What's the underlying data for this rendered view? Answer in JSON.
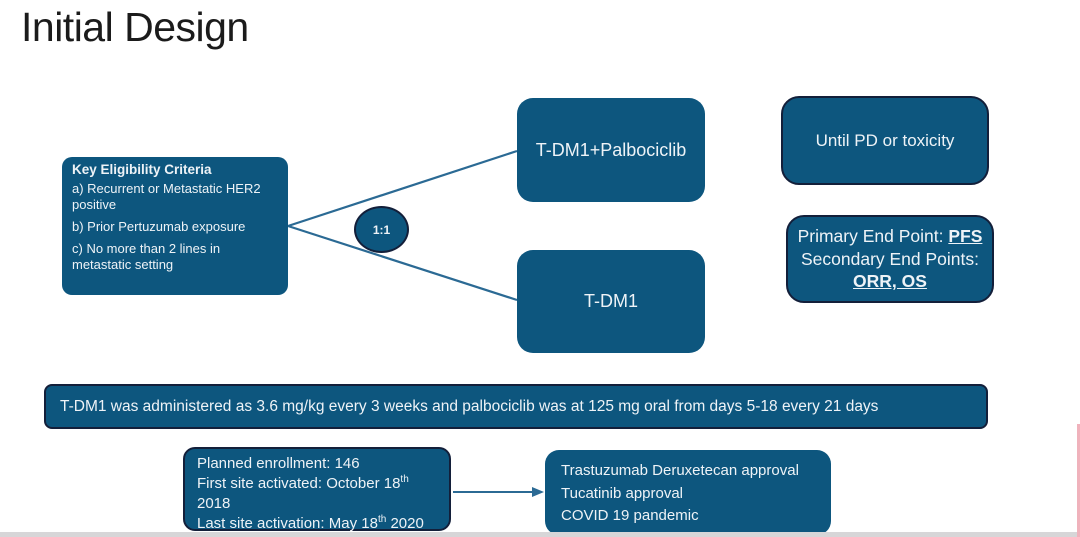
{
  "theme": {
    "background": "#ffffff",
    "box-fill": "#0d567e",
    "box-border": "#131f3a",
    "connector": "#2b6a94",
    "text-on-box": "#eef3f7",
    "title-color": "#1b1b1b"
  },
  "slide": {
    "title": "Initial Design",
    "eligibility": {
      "heading": "Key Eligibility Criteria",
      "items": [
        "a) Recurrent or Metastatic HER2 positive",
        "b) Prior Pertuzumab exposure",
        "c) No more than 2 lines in metastatic setting"
      ]
    },
    "randomization_ratio": "1:1",
    "arms": {
      "top": "T-DM1+Palbociclib",
      "bottom": "T-DM1"
    },
    "treatment_duration": "Until PD or toxicity",
    "endpoints": {
      "primary_label": "Primary End Point: ",
      "primary_value": "PFS",
      "secondary_label": "Secondary End Points:",
      "secondary_value": "ORR, OS"
    },
    "dosing_note": "T-DM1 was administered as 3.6 mg/kg every 3 weeks and palbociclib was at 125 mg oral from days 5-18 every 21 days",
    "enrollment": {
      "line1": "Planned enrollment: 146",
      "line2_pre": "First site activated: October 18",
      "line2_sup": "th",
      "line2_post": " 2018",
      "line3_pre": "Last site activation: May 18",
      "line3_sup": "th",
      "line3_post": " 2020"
    },
    "delays": [
      "Trastuzumab Deruxetecan approval",
      "Tucatinib approval",
      "COVID 19 pandemic"
    ]
  }
}
